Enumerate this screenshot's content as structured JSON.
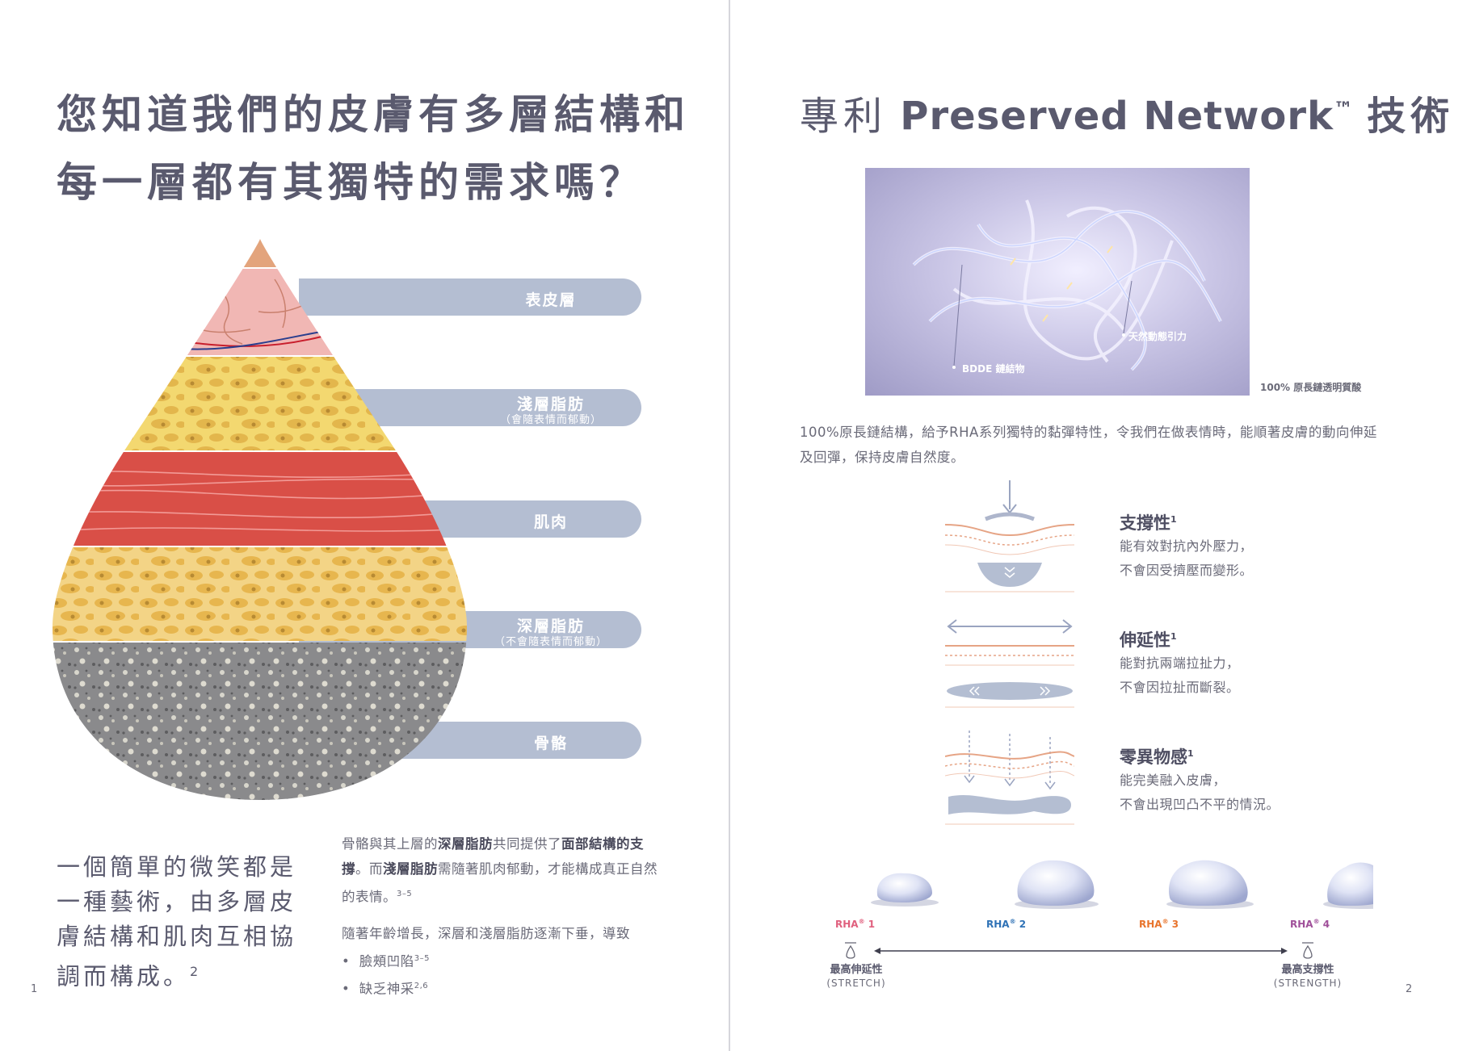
{
  "left": {
    "title_line1": "您知道我們的皮膚有多層結構和",
    "title_line2": "每一層都有其獨特的需求嗎？",
    "layers": [
      {
        "label": "表皮層",
        "sub": ""
      },
      {
        "label": "淺層脂肪",
        "sub": "（會隨表情而郁動）"
      },
      {
        "label": "肌肉",
        "sub": ""
      },
      {
        "label": "深層脂肪",
        "sub": "（不會隨表情而郁動）"
      },
      {
        "label": "骨骼",
        "sub": ""
      }
    ],
    "quote": "一個簡單的微笑都是一種藝術，由多層皮膚結構和肌肉互相協調而構成。",
    "quote_ref": "2",
    "para1": {
      "a": "骨骼與其上層的",
      "b": "深層脂肪",
      "c": "共同提供了",
      "d": "面部結構的支撐",
      "e": "。而",
      "f": "淺層脂肪",
      "g": "需隨著肌肉郁動，才能構成真正自然的表情。",
      "ref": "3–5"
    },
    "para2": "隨著年齡增長，深層和淺層脂肪逐漸下垂，導致",
    "bullets": [
      {
        "text": "臉頰凹陷",
        "ref": "3–5"
      },
      {
        "text": "缺乏神采",
        "ref": "2,6"
      }
    ],
    "page_number": "1"
  },
  "right": {
    "title_cn": "專利",
    "title_en": "Preserved Network",
    "title_tm": "™",
    "title_cn2": "技術",
    "image_labels": {
      "bdde": "BDDE 鏈結物",
      "natural": "天然動態引力"
    },
    "image_caption": "100% 原長鏈透明質酸",
    "description": "100%原長鏈結構，給予RHA系列獨特的黏彈特性，令我們在做表情時，能順著皮膚的動向伸延及回彈，保持皮膚自然度。",
    "features": [
      {
        "title": "支撐性",
        "ref": "1",
        "line1": "能有效對抗內外壓力，",
        "line2": "不會因受擠壓而變形。"
      },
      {
        "title": "伸延性",
        "ref": "1",
        "line1": "能對抗兩端拉扯力，",
        "line2": "不會因拉扯而斷裂。"
      },
      {
        "title": "零異物感",
        "ref": "1",
        "line1": "能完美融入皮膚，",
        "line2": "不會出現凹凸不平的情況。"
      }
    ],
    "products": [
      {
        "name": "RHA",
        "mark": "®",
        "num": "1",
        "color": "#e0607e"
      },
      {
        "name": "RHA",
        "mark": "®",
        "num": "2",
        "color": "#2f72b6"
      },
      {
        "name": "RHA",
        "mark": "®",
        "num": "3",
        "color": "#e8742c"
      },
      {
        "name": "RHA",
        "mark": "®",
        "num": "4",
        "color": "#a0509a"
      }
    ],
    "scale_left": {
      "cn": "最高伸延性",
      "en": "(STRETCH)"
    },
    "scale_right": {
      "cn": "最高支撐性",
      "en": "(STRENGTH)"
    },
    "page_number": "2"
  }
}
